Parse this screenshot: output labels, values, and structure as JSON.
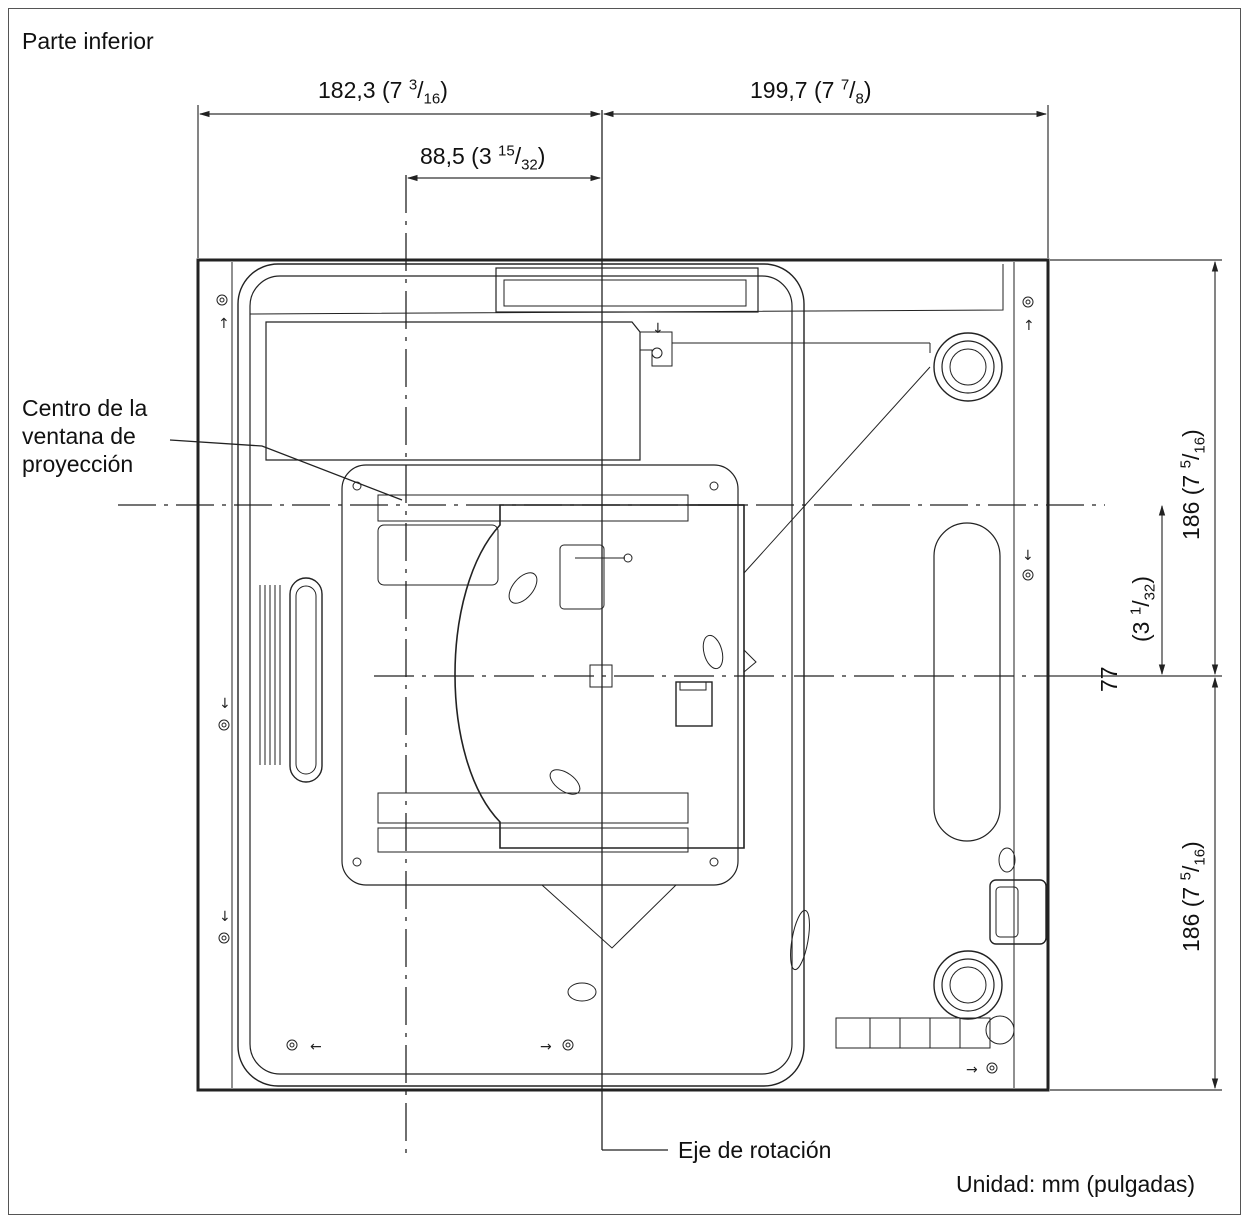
{
  "title": "Parte inferior",
  "unit_note": "Unidad: mm (pulgadas)",
  "callouts": {
    "window_center_line1": "Centro de la",
    "window_center_line2": "ventana de",
    "window_center_line3": "proyección",
    "rotation_axis": "Eje de rotación"
  },
  "dimensions": {
    "left_width": {
      "mm": "182,3",
      "in_whole": "7",
      "in_num": "3",
      "in_den": "16"
    },
    "right_width": {
      "mm": "199,7",
      "in_whole": "7",
      "in_num": "7",
      "in_den": "8"
    },
    "lens_offset": {
      "mm": "88,5",
      "in_whole": "3",
      "in_num": "15",
      "in_den": "32"
    },
    "top_depth": {
      "mm": "186",
      "in_whole": "7",
      "in_num": "5",
      "in_den": "16"
    },
    "bottom_depth": {
      "mm": "186",
      "in_whole": "7",
      "in_num": "5",
      "in_den": "16"
    },
    "window_offset": {
      "mm": "77",
      "in_whole": "3",
      "in_num": "1",
      "in_den": "32"
    }
  },
  "colors": {
    "line": "#222222",
    "thin_line": "#444444"
  }
}
